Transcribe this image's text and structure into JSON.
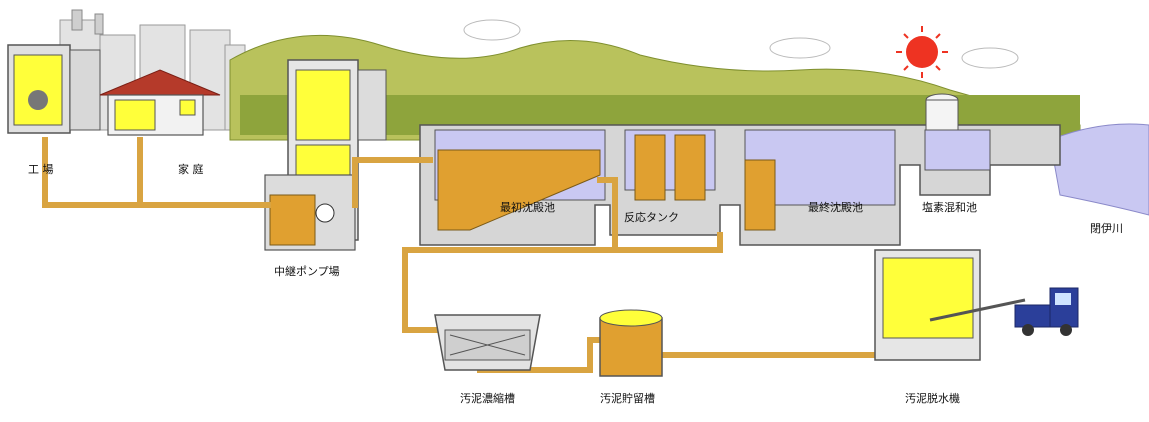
{
  "labels": {
    "factory": "工 場",
    "household": "家 庭",
    "relay_pump_station": "中継ポンプ場",
    "primary_settling_tank": "最初沈殿池",
    "reaction_tank": "反応タンク",
    "final_settling_tank": "最終沈殿池",
    "chlorine_mixing_tank": "塩素混和池",
    "river": "閉伊川",
    "sludge_thickener": "汚泥濃縮槽",
    "sludge_storage_tank": "汚泥貯留槽",
    "sludge_dewatering_machine": "汚泥脱水機"
  },
  "colors": {
    "sewage_pipe": "#d9a441",
    "sludge": "#e0a030",
    "water": "#c9c8f2",
    "structure": "#d6d6d6",
    "outline": "#555555",
    "hills": "#b9c25c",
    "trees": "#8ea43c",
    "window_yellow": "#ffff3a",
    "sun": "#ee3322",
    "truck": "#2b3f9a"
  },
  "icons": [
    "sun-icon",
    "truck-icon",
    "factory-icon",
    "house-icon"
  ]
}
